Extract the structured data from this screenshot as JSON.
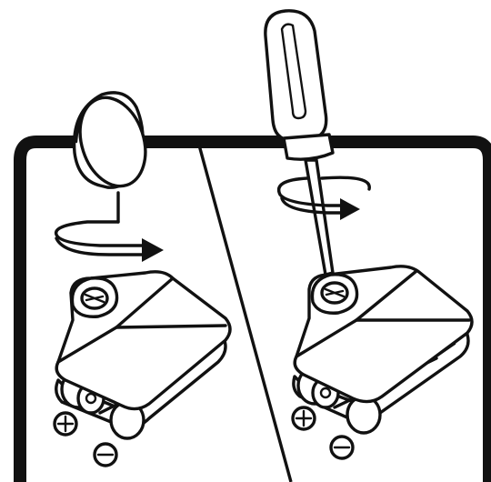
{
  "diagram": {
    "panels": [
      {
        "id": "coin-method",
        "tool": "coin",
        "rotation": "counterclockwise",
        "symbols": [
          "+",
          "−"
        ]
      },
      {
        "id": "screwdriver-method",
        "tool": "screwdriver",
        "rotation": "counterclockwise",
        "symbols": [
          "+",
          "−"
        ]
      }
    ],
    "colors": {
      "line": "#111111",
      "background": "#ffffff"
    },
    "icons": [
      "coin-icon",
      "screwdriver-icon",
      "rotation-arrow-icon",
      "battery-compartment-icon",
      "plus-sign-icon",
      "minus-sign-icon"
    ]
  }
}
